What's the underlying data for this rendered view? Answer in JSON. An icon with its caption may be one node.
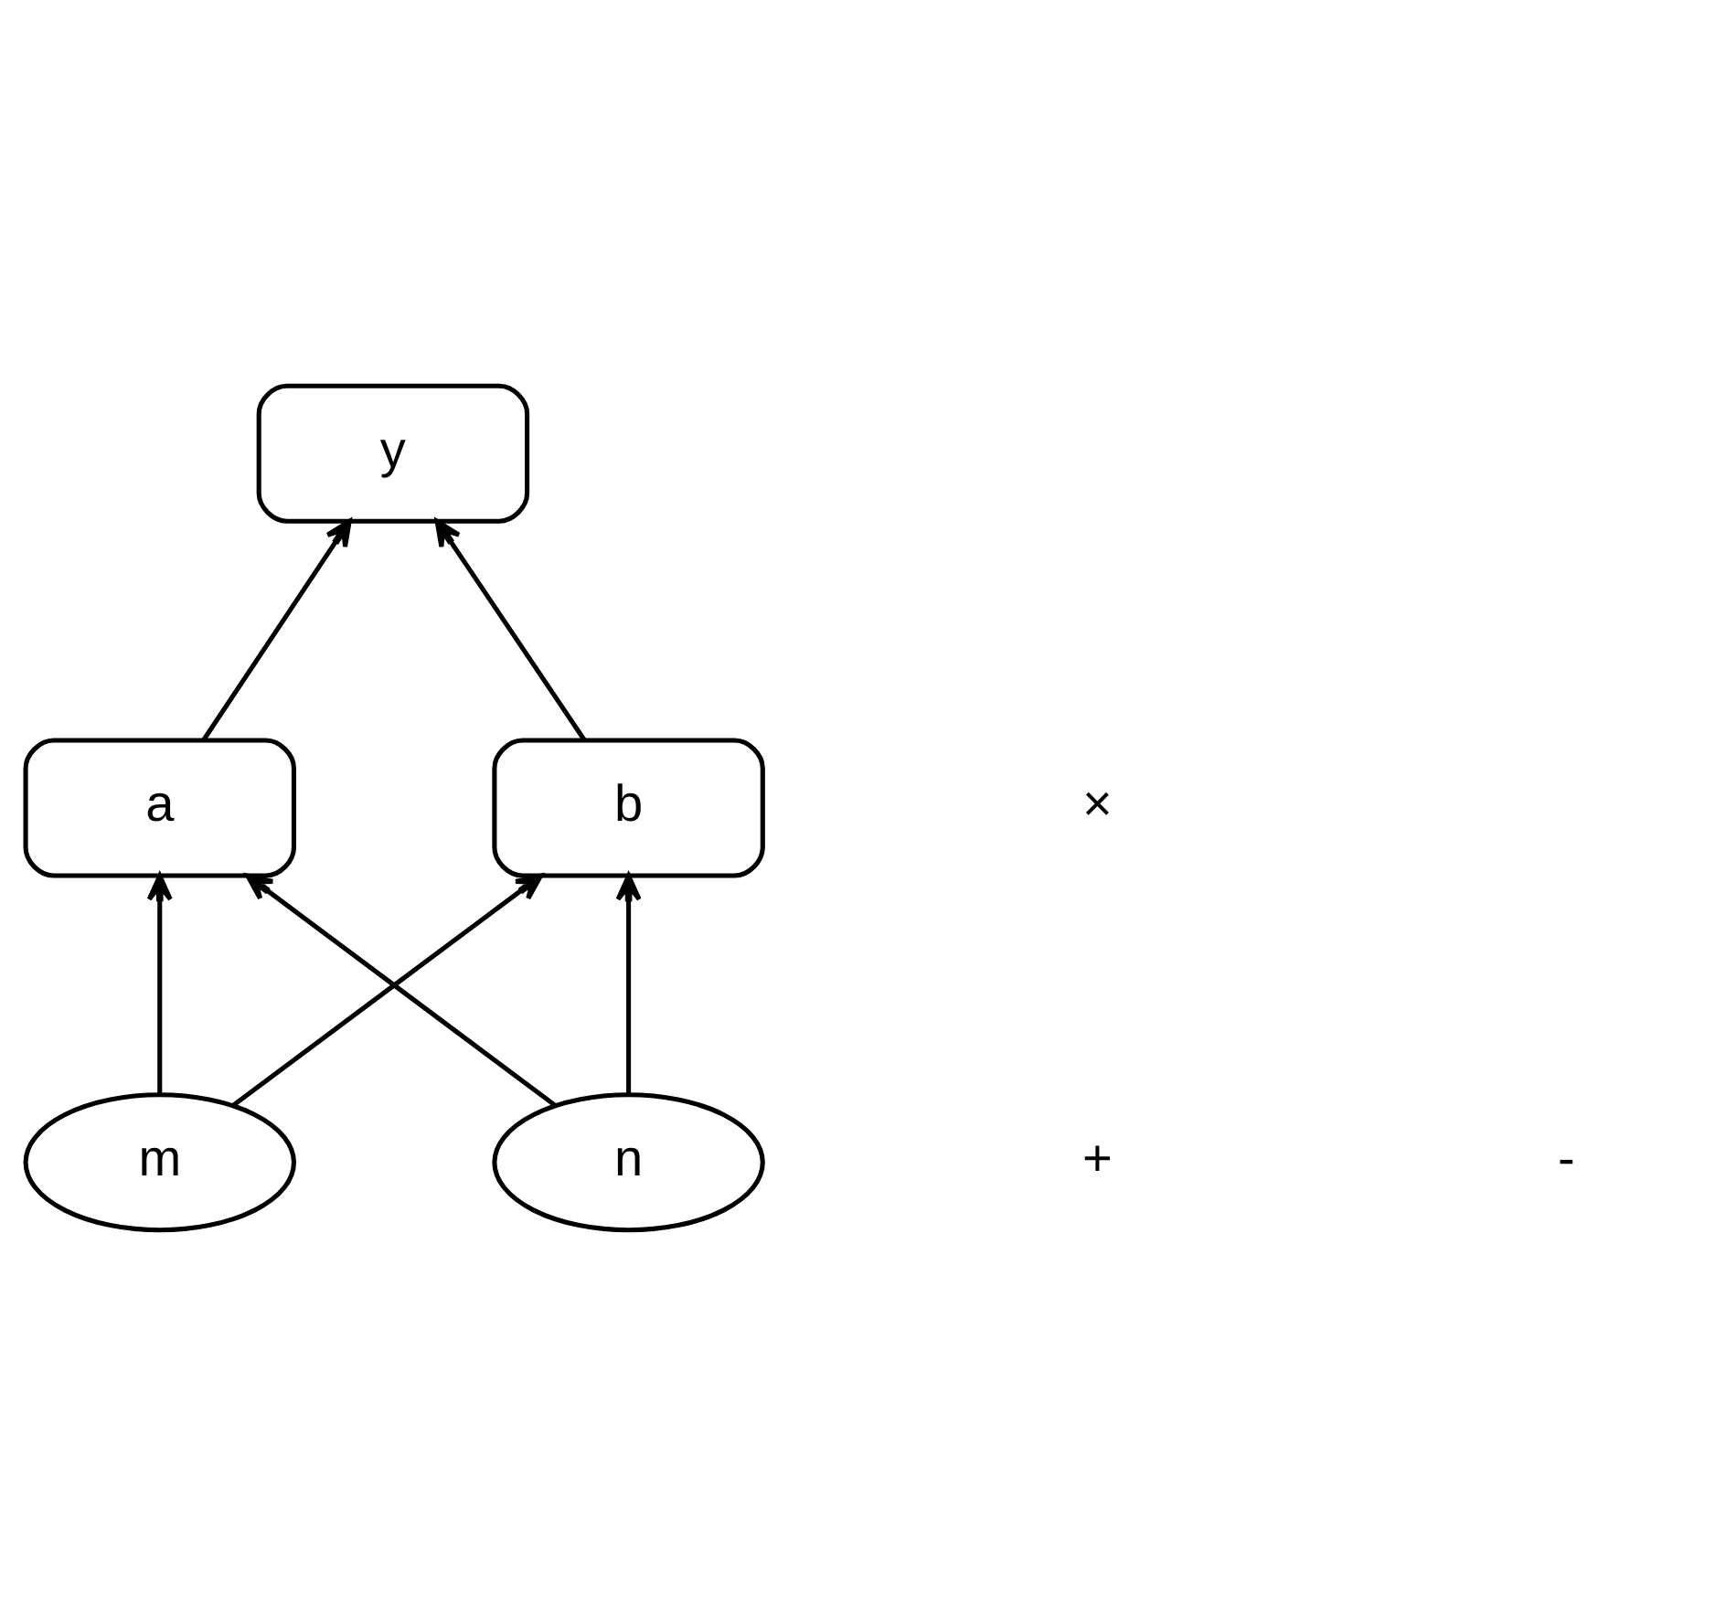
{
  "diagram": {
    "nodes": [
      {
        "text": [
          "y"
        ]
      },
      {
        "text": [
          "a"
        ]
      },
      {
        "text": [
          "b"
        ]
      },
      {
        "text": [
          "m"
        ]
      },
      {
        "text": [
          "n"
        ]
      }
    ],
    "edges": [
      {
        "from": 1,
        "to": 0,
        "arrow": "to"
      },
      {
        "from": 2,
        "to": 0,
        "arrow": "to"
      },
      {
        "from": 3,
        "to": 1,
        "arrow": "to"
      },
      {
        "from": 4,
        "to": 1,
        "arrow": "to"
      },
      {
        "from": 3,
        "to": 2,
        "arrow": "to"
      },
      {
        "from": 4,
        "to": 2,
        "arrow": "to"
      }
    ],
    "labels": [
      "×",
      "+",
      "-"
    ]
  }
}
